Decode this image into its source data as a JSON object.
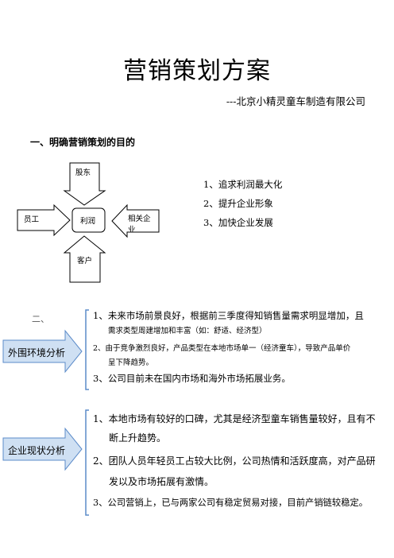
{
  "title": "营销策划方案",
  "subtitle": "---北京小精灵童车制造有限公司",
  "section1": {
    "heading": "一、明确营销策划的目的",
    "diagram": {
      "top": "股东",
      "left": "员工",
      "center": "利润",
      "right_line1": "相关企",
      "right_line2": "业",
      "bottom": "客户"
    },
    "objectives": [
      "1、追求利润最大化",
      "2、提升企业形象",
      "3、加快企业发展"
    ]
  },
  "section2": {
    "number": "二、",
    "label": "外围环境分析",
    "items": [
      {
        "line1": "1、未来市场前景良好，根据前三季度得知销售量需求明显增加，且",
        "line2": "需求类型周建增加和丰富（如：舒适、经济型）"
      },
      {
        "line1": "2、由于竞争激烈良好，产品类型在本地市场单一（经济童车），导致产品单价",
        "line2": "呈下降趋势。"
      },
      {
        "line1": "3、公司目前未在国内市场和海外市场拓展业务。"
      }
    ]
  },
  "section3": {
    "label": "企业现状分析",
    "items": [
      {
        "line1": "1、本地市场有较好的口碑，尤其是经济型童车销售量较好，且有不",
        "line2": "断上升趋势。"
      },
      {
        "line1": "2、团队人员年轻员工占较大比例，公司热情和活跃度高，对产品研",
        "line2": "发以及市场拓展有激情。"
      },
      {
        "line1": "3、公司营销上，已与两家公司有稳定贸易对接，目前产销链较稳定。"
      }
    ]
  },
  "colors": {
    "arrow_fill": "#cfe0f3",
    "arrow_stroke": "#5b8bc9",
    "bracket": "#5b8bc9"
  }
}
